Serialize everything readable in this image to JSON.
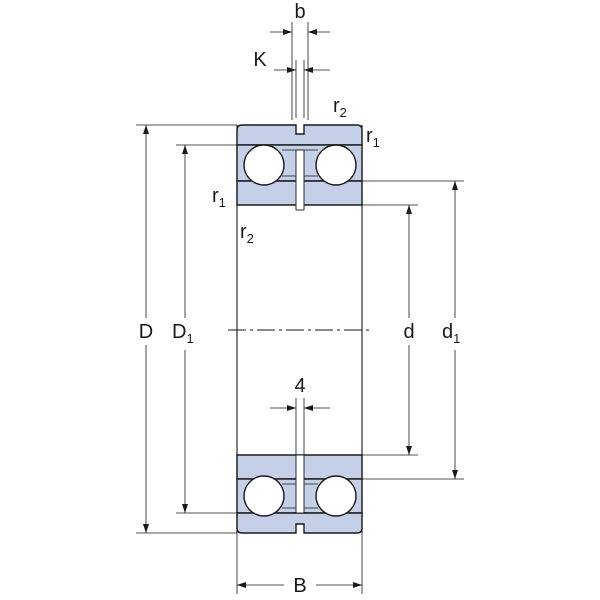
{
  "diagram": {
    "labels": {
      "b": "b",
      "K": "K",
      "r1": "r",
      "r1_sub": "1",
      "r2": "r",
      "r2_sub": "2",
      "D": "D",
      "D1": "D",
      "D1_sub": "1",
      "d": "d",
      "d1": "d",
      "d1_sub": "1",
      "four": "4",
      "B": "B"
    },
    "colors": {
      "ring_fill": "#c4cfe8",
      "stroke": "#1a1a1a",
      "ball_fill": "#ffffff"
    }
  }
}
